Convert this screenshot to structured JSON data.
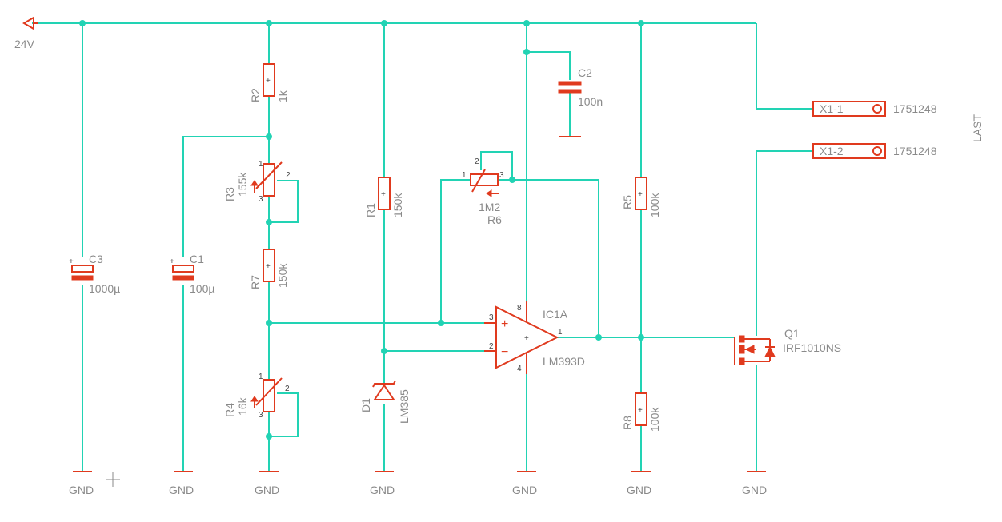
{
  "diagram": {
    "supply_label": "24V",
    "gnd_label": "GND",
    "last_label": "LAST",
    "components": {
      "C3": {
        "name": "C3",
        "value": "1000µ"
      },
      "C1": {
        "name": "C1",
        "value": "100µ"
      },
      "R2": {
        "name": "R2",
        "value": "1k"
      },
      "R3": {
        "name": "R3",
        "value": "155k"
      },
      "R7": {
        "name": "R7",
        "value": "150k"
      },
      "R4": {
        "name": "R4",
        "value": "16k"
      },
      "R1": {
        "name": "R1",
        "value": "150k"
      },
      "D1": {
        "name": "D1",
        "value": "LM385"
      },
      "R6": {
        "name": "R6",
        "value": "1M2"
      },
      "C2": {
        "name": "C2",
        "value": "100n"
      },
      "IC1A": {
        "name": "IC1A",
        "value": "LM393D"
      },
      "R5": {
        "name": "R5",
        "value": "100k"
      },
      "R8": {
        "name": "R8",
        "value": "100k"
      },
      "Q1": {
        "name": "Q1",
        "value": "IRF1010NS"
      },
      "X1_1": {
        "name": "X1-1",
        "value": "1751248"
      },
      "X1_2": {
        "name": "X1-2",
        "value": "1751248"
      }
    },
    "pins": {
      "one": "1",
      "two": "2",
      "three": "3",
      "four": "4",
      "eight": "8",
      "plus": "+",
      "minus": "−"
    }
  }
}
